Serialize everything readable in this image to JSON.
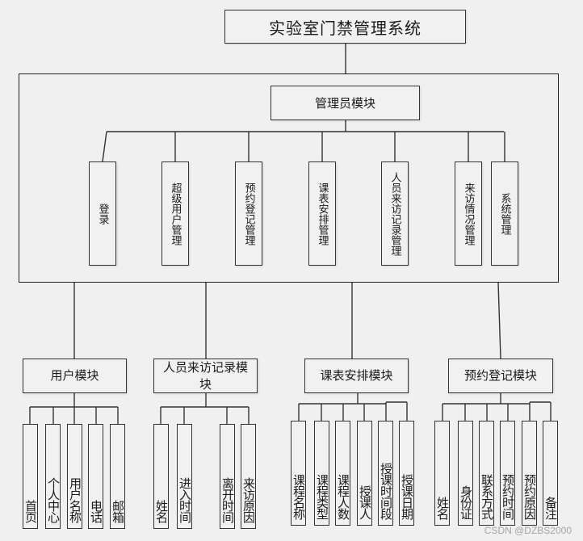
{
  "title": "实验室门禁管理系统",
  "admin_module": {
    "label": "管理员模块",
    "children": [
      "登录",
      "超级用户管理",
      "预约登记管理",
      "课表安排管理",
      "人员来访记录管理",
      "来访情况管理",
      "系统管理"
    ]
  },
  "modules": [
    {
      "label": "用户模块",
      "children": [
        "首页",
        "个人中心",
        "用户名称",
        "电话",
        "邮箱"
      ]
    },
    {
      "label": "人员来访记录模块",
      "children": [
        "姓名",
        "进入时间",
        "离开时间",
        "来访原因"
      ]
    },
    {
      "label": "课表安排模块",
      "children": [
        "课程名称",
        "课程类型",
        "课程人数",
        "授课人",
        "授课时间段",
        "授课日期"
      ]
    },
    {
      "label": "预约登记模块",
      "children": [
        "姓名",
        "身份证",
        "联系方式",
        "预约时间",
        "预约原因",
        "备注"
      ]
    }
  ],
  "watermark": "CSDN @DZBS2000"
}
